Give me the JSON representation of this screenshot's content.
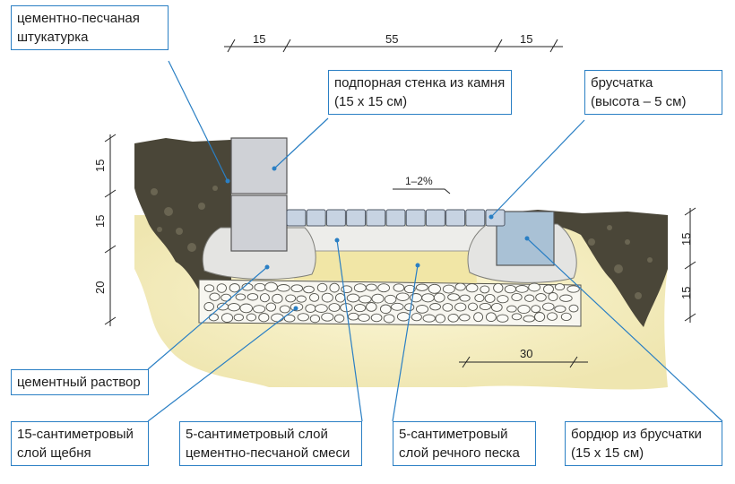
{
  "labels": {
    "plaster": [
      "цементно-песчаная",
      "штукатурка"
    ],
    "stone_wall": [
      "подпорная стенка из камня",
      "(15 х 15 см)"
    ],
    "paver": [
      "брусчатка",
      "(высота – 5 см)"
    ],
    "cement_mortar": [
      "цементный раствор"
    ],
    "gravel_layer": [
      "15-сантиметровый",
      "слой щебня"
    ],
    "cement_sand_mix": [
      "5-сантиметровый слой",
      "цементно-песчаной смеси"
    ],
    "river_sand": [
      "5-сантиметровый",
      "слой речного песка"
    ],
    "paver_curb": [
      "бордюр из брусчатки",
      "(15 х 15 см)"
    ]
  },
  "dimensions": {
    "top_left": "15",
    "top_middle": "55",
    "top_right": "15",
    "left_upper": "15",
    "left_middle": "15",
    "left_lower": "20",
    "right_upper": "15",
    "right_lower": "15",
    "curb_width": "30"
  },
  "slope": "1–2%",
  "colors": {
    "soil": "#4a4638",
    "sand_fill": "#f3ecbc",
    "river_sand": "#f1e6a6",
    "mortar": "#e4e4e2",
    "mix_layer": "#ededea",
    "stone_block": "#cfd1d6",
    "curb_block": "#a9c1d5",
    "paver_block": "#c7d3e2",
    "leader_line": "#2a7fc4"
  }
}
